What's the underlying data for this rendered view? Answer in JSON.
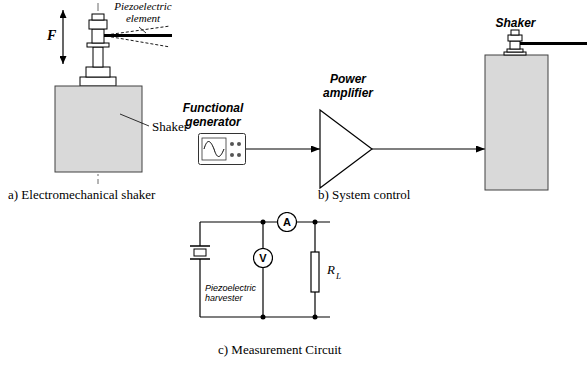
{
  "diagram": {
    "nodes": [
      {
        "text": [
          "Functional generator"
        ]
      },
      {
        "text": [
          "Power amplifier"
        ]
      },
      {
        "text": [
          "Shaker"
        ]
      },
      {
        "text": [
          "A"
        ]
      },
      {
        "text": [
          "V"
        ]
      }
    ],
    "edges": [
      {
        "from": 0,
        "to": 1,
        "arrow": "to"
      },
      {
        "from": 1,
        "to": 2,
        "arrow": "to"
      }
    ],
    "labels": [
      "F",
      "Piezoelectric element",
      "Shaker",
      "a) Electromechanical shaker",
      "b) System control",
      "Piezoelectric harvester",
      "R",
      "L",
      "c) Measurement Circuit"
    ]
  }
}
